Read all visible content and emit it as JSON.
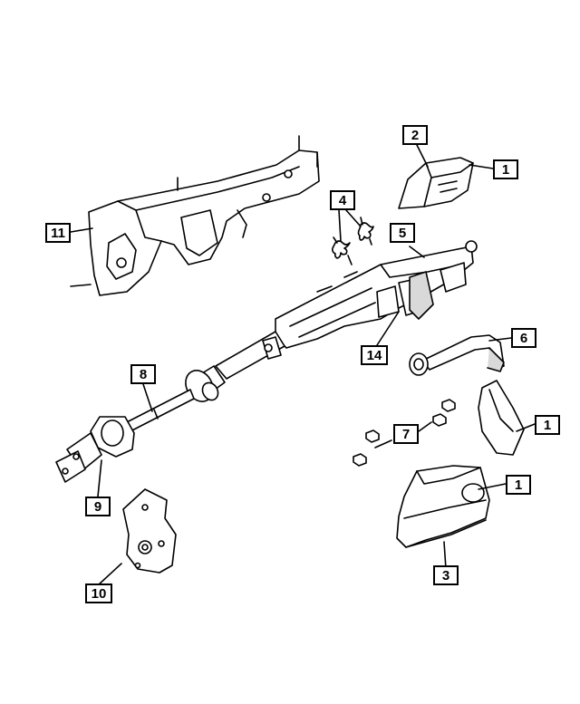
{
  "callouts": {
    "c2": "2",
    "c1_top": "1",
    "c4": "4",
    "c11": "11",
    "c5": "5",
    "c6": "6",
    "c14": "14",
    "c8": "8",
    "c7": "7",
    "c1_mid": "1",
    "c1_low": "1",
    "c9": "9",
    "c3": "3",
    "c10": "10"
  },
  "colors": {
    "line": "#000000",
    "fill": "#ffffff",
    "shade": "#d9d9d9"
  }
}
